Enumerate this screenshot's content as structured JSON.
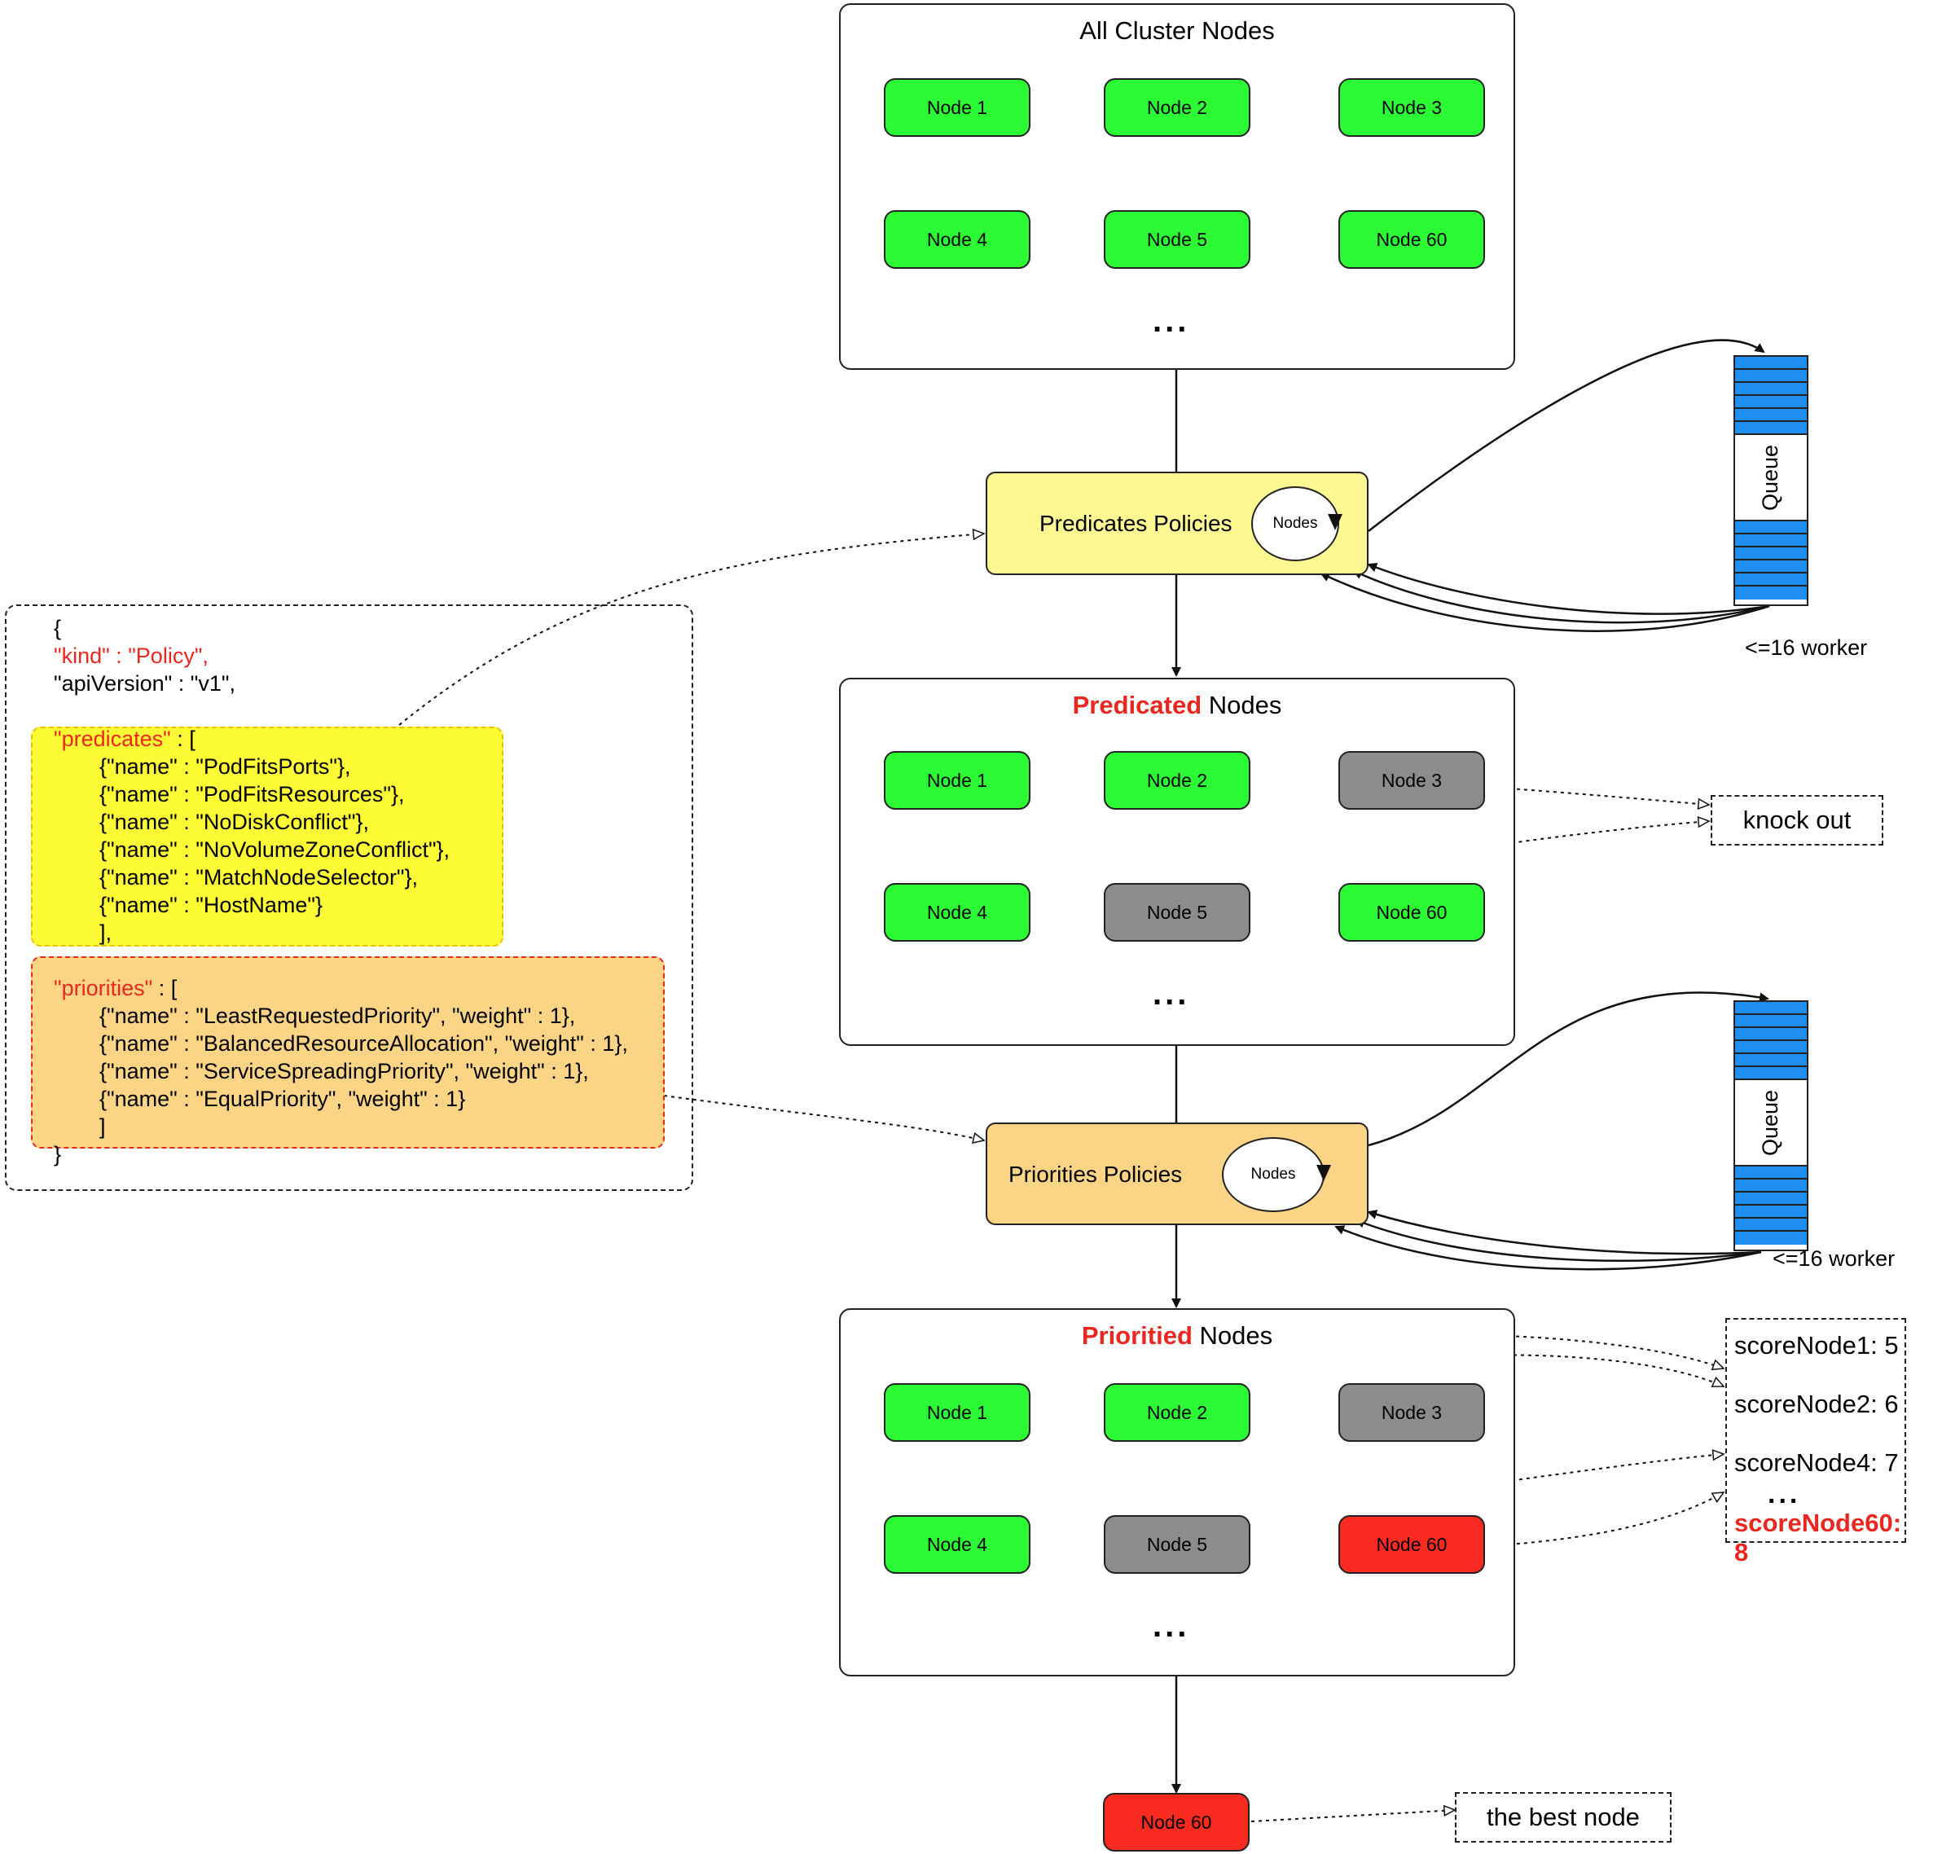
{
  "colors": {
    "node_green": "#2cfa35",
    "node_gray": "#8c8c8c",
    "node_red": "#f92a1f",
    "predicates_yellow": "#fdf891",
    "priorities_orange": "#fbd486",
    "code_yellow": "#fcfb36",
    "code_orange": "#fbd486",
    "queue_blue": "#1e8ff0",
    "highlight_red": "#e8281e"
  },
  "all_cluster": {
    "title": "All Cluster Nodes",
    "nodes": [
      "Node 1",
      "Node 2",
      "Node 3",
      "Node 4",
      "Node 5",
      "Node 60"
    ],
    "ellipsis": "..."
  },
  "predicates_policy": {
    "label": "Predicates Policies",
    "cycle_label": "Nodes"
  },
  "predicated": {
    "title_highlight": "Predicated",
    "title_rest": " Nodes",
    "nodes": [
      "Node 1",
      "Node 2",
      "Node 3",
      "Node 4",
      "Node 5",
      "Node 60"
    ],
    "ellipsis": "..."
  },
  "knock_out": "knock out",
  "priorities_policy": {
    "label": "Priorities Policies",
    "cycle_label": "Nodes"
  },
  "prioritied": {
    "title_highlight": "Prioritied",
    "title_rest": " Nodes",
    "nodes": [
      "Node 1",
      "Node 2",
      "Node 3",
      "Node 4",
      "Node 5",
      "Node 60"
    ],
    "ellipsis": "..."
  },
  "queues": [
    {
      "label": "Queue",
      "workers": "<=16 worker"
    },
    {
      "label": "Queue",
      "workers": "<=16 worker"
    }
  ],
  "scores": {
    "items": [
      "scoreNode1: 5",
      "scoreNode2: 6",
      "scoreNode4: 7"
    ],
    "ellipsis": "...",
    "best": "scoreNode60: 8"
  },
  "result": {
    "node": "Node 60",
    "label": "the best node"
  },
  "policy_json": {
    "open": "{",
    "kind_key": "\"kind\"",
    "kind_val": " : \"Policy\",",
    "api_line": "\"apiVersion\" : \"v1\",",
    "predicates_key": "\"predicates\"",
    "predicates_open": " : [",
    "predicates": [
      "{\"name\" : \"PodFitsPorts\"},",
      "{\"name\" : \"PodFitsResources\"},",
      "{\"name\" : \"NoDiskConflict\"},",
      "{\"name\" : \"NoVolumeZoneConflict\"},",
      "{\"name\" : \"MatchNodeSelector\"},",
      "{\"name\" : \"HostName\"}"
    ],
    "predicates_close": "],",
    "priorities_key": "\"priorities\"",
    "priorities_open": " : [",
    "priorities": [
      "{\"name\" : \"LeastRequestedPriority\", \"weight\" : 1},",
      "{\"name\" : \"BalancedResourceAllocation\", \"weight\" : 1},",
      "{\"name\" : \"ServiceSpreadingPriority\", \"weight\" : 1},",
      "{\"name\" : \"EqualPriority\", \"weight\" : 1}"
    ],
    "priorities_close": "]",
    "close": "}"
  }
}
